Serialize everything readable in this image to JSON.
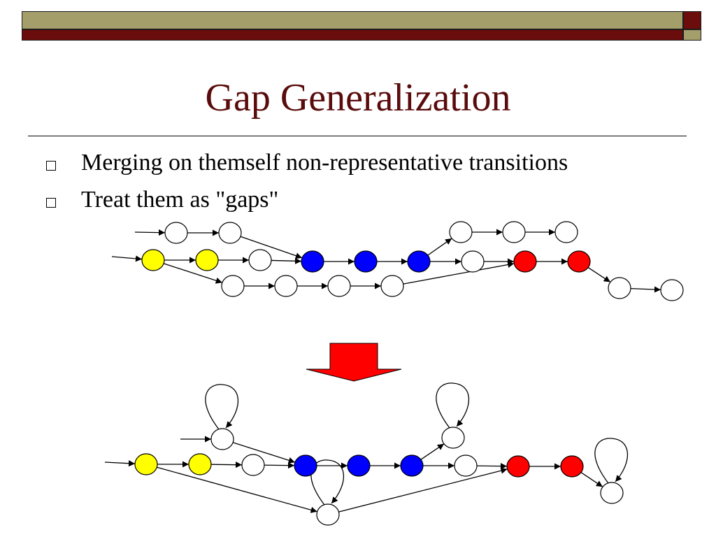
{
  "slide": {
    "title": "Gap Generalization",
    "bullets": [
      "Merging on themself non-representative transitions",
      "Treat them as \"gaps\""
    ]
  },
  "colors": {
    "olive": "#a39e6a",
    "maroon": "#6b0d0d",
    "title": "#5a0b0b",
    "yellow": "#ffff00",
    "blue": "#0000ff",
    "red": "#ff0000",
    "white": "#ffffff",
    "arrow_fill": "#ff0000"
  },
  "diagram": {
    "before": {
      "nodes": [
        {
          "id": "b_t1",
          "color": "white"
        },
        {
          "id": "b_t2",
          "color": "white"
        },
        {
          "id": "b_y1",
          "color": "yellow"
        },
        {
          "id": "b_y2",
          "color": "yellow"
        },
        {
          "id": "b_w3",
          "color": "white"
        },
        {
          "id": "b_bl1",
          "color": "blue"
        },
        {
          "id": "b_bl2",
          "color": "blue"
        },
        {
          "id": "b_bl3",
          "color": "blue"
        },
        {
          "id": "b_u1",
          "color": "white"
        },
        {
          "id": "b_u2",
          "color": "white"
        },
        {
          "id": "b_u3",
          "color": "white"
        },
        {
          "id": "b_w4",
          "color": "white"
        },
        {
          "id": "b_r1",
          "color": "red"
        },
        {
          "id": "b_r2",
          "color": "red"
        },
        {
          "id": "b_l1",
          "color": "white"
        },
        {
          "id": "b_l2",
          "color": "white"
        },
        {
          "id": "b_l3",
          "color": "white"
        },
        {
          "id": "b_l4",
          "color": "white"
        },
        {
          "id": "b_e1",
          "color": "white"
        },
        {
          "id": "b_e2",
          "color": "white"
        }
      ],
      "edges": [
        [
          "start_t",
          "b_t1"
        ],
        [
          "b_t1",
          "b_t2"
        ],
        [
          "b_t2",
          "b_bl1"
        ],
        [
          "start_m",
          "b_y1"
        ],
        [
          "b_y1",
          "b_y2"
        ],
        [
          "b_y2",
          "b_w3"
        ],
        [
          "b_w3",
          "b_bl1"
        ],
        [
          "b_bl1",
          "b_bl2"
        ],
        [
          "b_bl2",
          "b_bl3"
        ],
        [
          "b_bl3",
          "b_u1"
        ],
        [
          "b_u1",
          "b_u2"
        ],
        [
          "b_u2",
          "b_u3"
        ],
        [
          "b_bl3",
          "b_w4"
        ],
        [
          "b_w4",
          "b_r1"
        ],
        [
          "b_r1",
          "b_r2"
        ],
        [
          "b_y1",
          "b_l1"
        ],
        [
          "b_l1",
          "b_l2"
        ],
        [
          "b_l2",
          "b_l3"
        ],
        [
          "b_l3",
          "b_l4"
        ],
        [
          "b_l4",
          "b_r1"
        ],
        [
          "b_r2",
          "b_e1"
        ],
        [
          "b_e1",
          "b_e2"
        ]
      ]
    },
    "after": {
      "nodes": [
        {
          "id": "a_t",
          "color": "white",
          "self_loop": true
        },
        {
          "id": "a_y1",
          "color": "yellow"
        },
        {
          "id": "a_y2",
          "color": "yellow"
        },
        {
          "id": "a_w",
          "color": "white"
        },
        {
          "id": "a_bl1",
          "color": "blue"
        },
        {
          "id": "a_bl2",
          "color": "blue"
        },
        {
          "id": "a_bl3",
          "color": "blue"
        },
        {
          "id": "a_u",
          "color": "white",
          "self_loop": true
        },
        {
          "id": "a_w2",
          "color": "white"
        },
        {
          "id": "a_r1",
          "color": "red"
        },
        {
          "id": "a_r2",
          "color": "red"
        },
        {
          "id": "a_e",
          "color": "white",
          "self_loop": true
        },
        {
          "id": "a_l",
          "color": "white",
          "self_loop": true
        }
      ],
      "edges": [
        [
          "start_t",
          "a_t"
        ],
        [
          "a_t",
          "a_bl1"
        ],
        [
          "start_m",
          "a_y1"
        ],
        [
          "a_y1",
          "a_y2"
        ],
        [
          "a_y2",
          "a_w"
        ],
        [
          "a_w",
          "a_bl1"
        ],
        [
          "a_bl1",
          "a_bl2"
        ],
        [
          "a_bl2",
          "a_bl3"
        ],
        [
          "a_bl3",
          "a_u"
        ],
        [
          "a_bl3",
          "a_w2"
        ],
        [
          "a_w2",
          "a_r1"
        ],
        [
          "a_r1",
          "a_r2"
        ],
        [
          "a_r2",
          "a_e"
        ],
        [
          "a_y1",
          "a_l"
        ],
        [
          "a_l",
          "a_r1"
        ]
      ]
    }
  }
}
